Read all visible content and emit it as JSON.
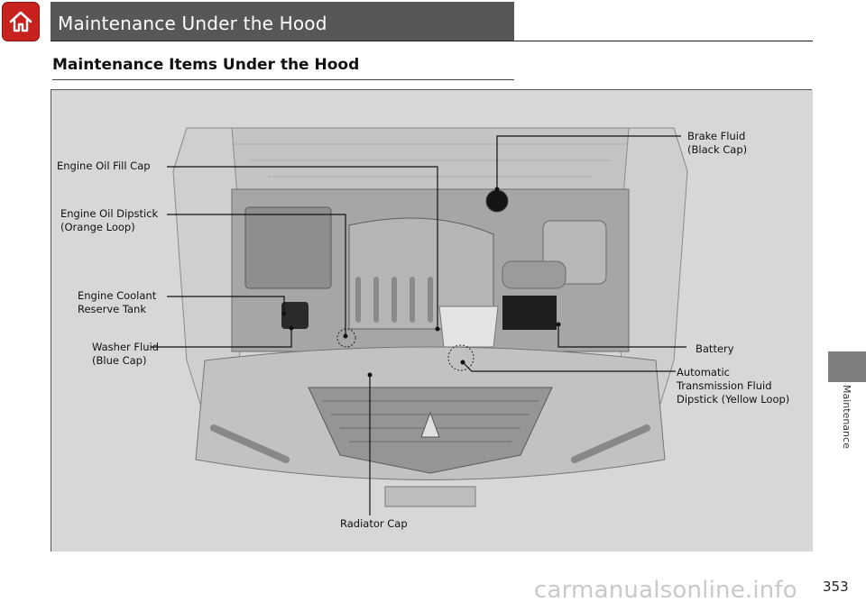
{
  "header": {
    "title": "Maintenance Under the Hood"
  },
  "section": {
    "title": "Maintenance Items Under the Hood"
  },
  "figure": {
    "callouts": {
      "brake_fluid": "Brake Fluid\n(Black Cap)",
      "engine_oil_fill_cap": "Engine Oil Fill Cap",
      "engine_oil_dipstick": "Engine Oil Dipstick\n(Orange Loop)",
      "engine_coolant": "Engine Coolant\nReserve Tank",
      "washer_fluid": "Washer Fluid\n(Blue Cap)",
      "battery": "Battery",
      "atf_dipstick": "Automatic\nTransmission Fluid\nDipstick (Yellow Loop)",
      "radiator_cap": "Radiator Cap"
    }
  },
  "side_tab": {
    "label": "Maintenance"
  },
  "page_number": "353",
  "watermark": "carmanualsonline.info",
  "colors": {
    "home_button": "#c8221e",
    "header_band": "#575757",
    "figure_background": "#d7d7d7",
    "side_tab": "#7f7f7f"
  },
  "icons": {
    "home": "home-icon"
  }
}
